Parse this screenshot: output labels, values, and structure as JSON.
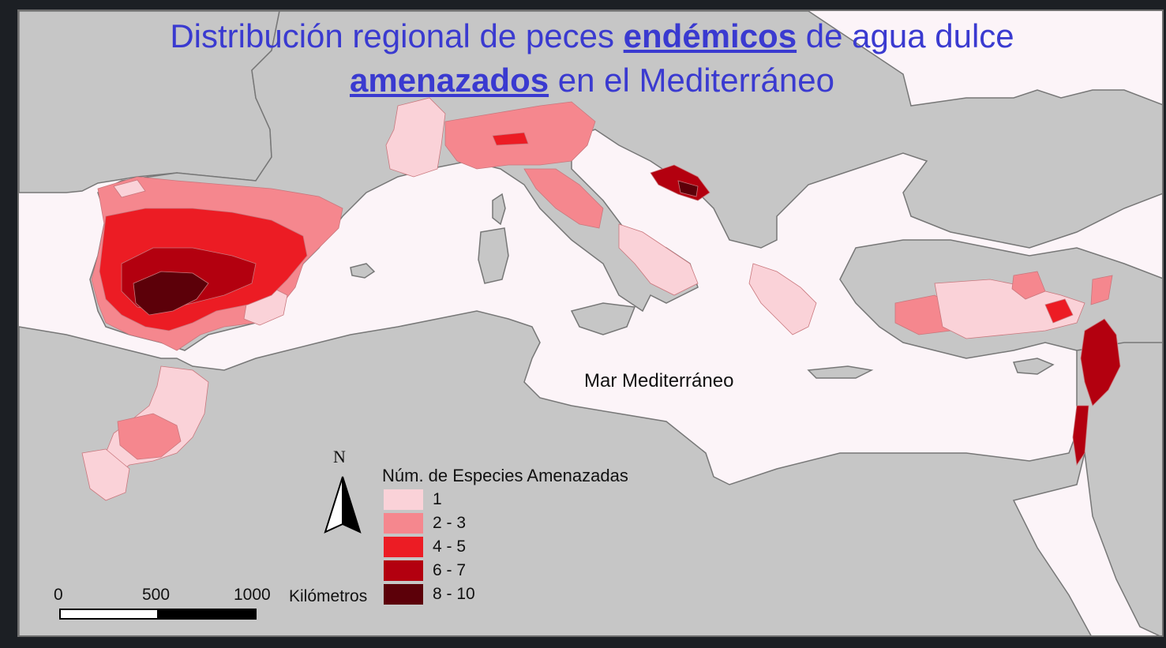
{
  "title": {
    "line1_pre": "Distribución regional de peces ",
    "line1_emph": "endémicos",
    "line1_post": " de agua dulce",
    "line2_emph": "amenazados",
    "line2_post": " en el Mediterráneo"
  },
  "sea_label": "Mar Mediterráneo",
  "legend": {
    "title": "Núm. de Especies Amenazadas",
    "items": [
      {
        "label": "1",
        "color": "#fad2d8"
      },
      {
        "label": "2 - 3",
        "color": "#f5878e"
      },
      {
        "label": "4 - 5",
        "color": "#ec1c24"
      },
      {
        "label": "6 - 7",
        "color": "#b3000f"
      },
      {
        "label": "8 - 10",
        "color": "#5c0009"
      }
    ]
  },
  "north_arrow": {
    "letter": "N"
  },
  "scale_bar": {
    "ticks": [
      "0",
      "500",
      "1000"
    ],
    "unit": "Kilómetros"
  },
  "colors": {
    "land": "#c6c6c6",
    "sea": "#fcf4f8",
    "title_text": "#3a3ad0",
    "frame_bg": "#1c1f24"
  }
}
